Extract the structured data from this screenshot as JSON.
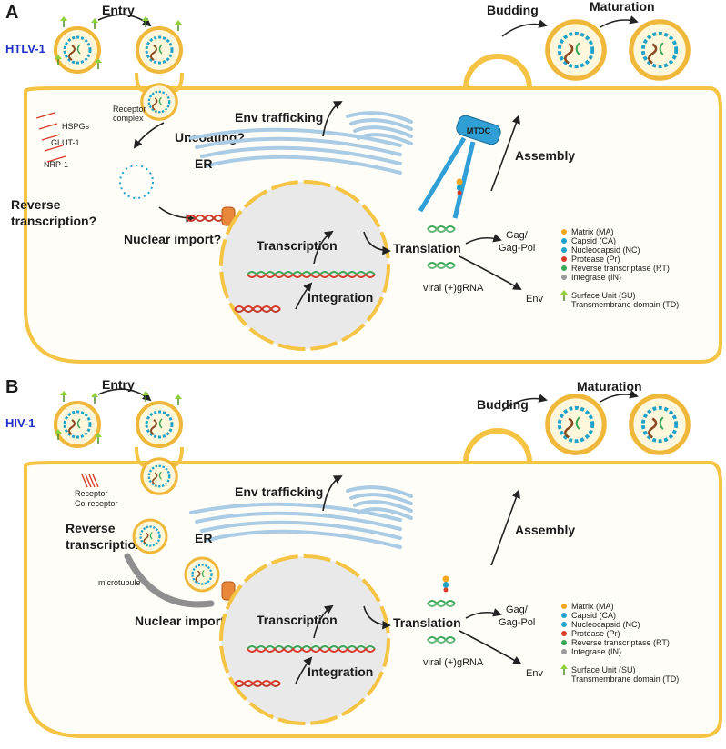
{
  "panels": [
    {
      "letter": "A",
      "virus": "HTLV-1",
      "steps": {
        "entry": "Entry",
        "budding": "Budding",
        "maturation": "Maturation",
        "env_trafficking": "Env trafficking",
        "uncoating": "Uncoating?",
        "reverse_transcription_1": "Reverse",
        "reverse_transcription_2": "transcription?",
        "nuclear_import": "Nuclear import?",
        "transcription": "Transcription",
        "integration": "Integration",
        "translation": "Translation",
        "assembly": "Assembly",
        "er": "ER",
        "mtoc": "MTOC",
        "gag1": "Gag/",
        "gag2": "Gag-Pol",
        "env": "Env",
        "viral_rna": "viral (+)gRNA"
      },
      "receptors": [
        "Receptor",
        "complex",
        "HSPGs",
        "GLUT-1",
        "NRP-1"
      ],
      "legend": [
        "Matrix (MA)",
        "Capsid (CA)",
        "Nucleocapsid (NC)",
        "Protease (Pr)",
        "Reverse transcriptase (RT)",
        "Integrase (IN)"
      ],
      "env_legend": [
        "Surface Unit (SU)",
        "Transmembrane domain (TD)"
      ]
    },
    {
      "letter": "B",
      "virus": "HIV-1",
      "steps": {
        "entry": "Entry",
        "budding": "Budding",
        "maturation": "Maturation",
        "env_trafficking": "Env trafficking",
        "reverse_transcription_1": "Reverse",
        "reverse_transcription_2": "transcription",
        "microtubule": "microtubule",
        "nuclear_import": "Nuclear import",
        "transcription": "Transcription",
        "integration": "Integration",
        "translation": "Translation",
        "assembly": "Assembly",
        "er": "ER",
        "gag1": "Gag/",
        "gag2": "Gag-Pol",
        "env": "Env",
        "viral_rna": "viral (+)gRNA"
      },
      "receptors": [
        "Receptor",
        "Co-receptor"
      ],
      "legend": [
        "Matrix (MA)",
        "Capsid (CA)",
        "Nucleocapsid (NC)",
        "Protease (Pr)",
        "Reverse transcriptase (RT)",
        "Integrase (IN)"
      ],
      "env_legend": [
        "Surface Unit (SU)",
        "Transmembrane domain (TD)"
      ]
    }
  ],
  "colors": {
    "membrane": "#f5c445",
    "membrane_edge": "#d9a21b",
    "nucleus": "#e9e9e9",
    "er": "#a9cbe3",
    "capsid": "#1fa3c9",
    "dna_red": "#d93b2b",
    "dna_green": "#3aa857",
    "env_green": "#8fd13a",
    "mtoc": "#2f9fd6",
    "virus_label": "#1f2fc8"
  }
}
